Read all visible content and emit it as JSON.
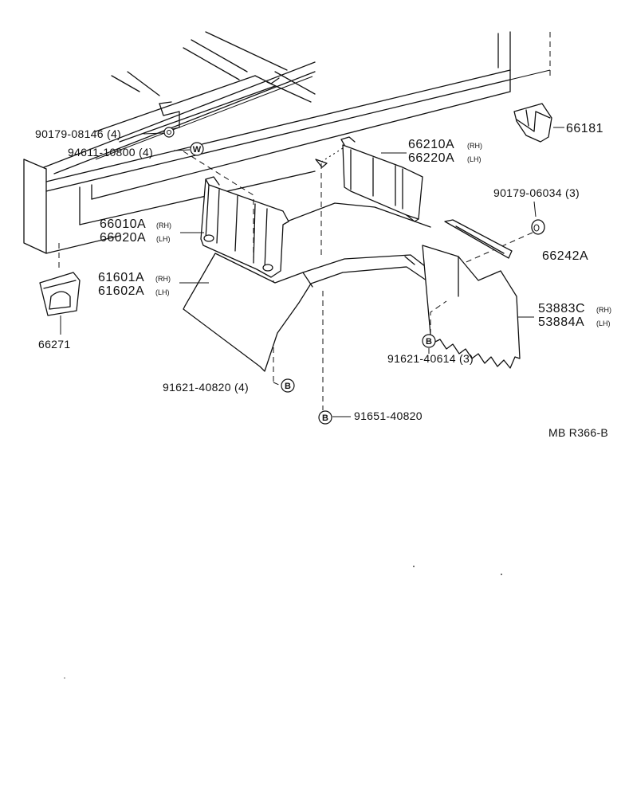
{
  "diagram_code": "MB R366-B",
  "labels": {
    "p90179_08146": "90179-08146 (4)",
    "p94611_10800": "94611-10800 (4)",
    "p66181": "66181",
    "p66210A": "66210A",
    "p66220A": "66220A",
    "p90179_06034": "90179-06034 (3)",
    "p66242A": "66242A",
    "p66010A": "66010A",
    "p66020A": "66020A",
    "p61601A": "61601A",
    "p61602A": "61602A",
    "p53883C": "53883C",
    "p53884A": "53884A",
    "p66271": "66271",
    "p91621_40614": "91621-40614 (3)",
    "p91621_40820": "91621-40820 (4)",
    "p91651_40820": "91651-40820"
  },
  "suffix": {
    "rh": "(RH)",
    "lh": "(LH)"
  },
  "markers": {
    "w": "W",
    "b": "B"
  }
}
